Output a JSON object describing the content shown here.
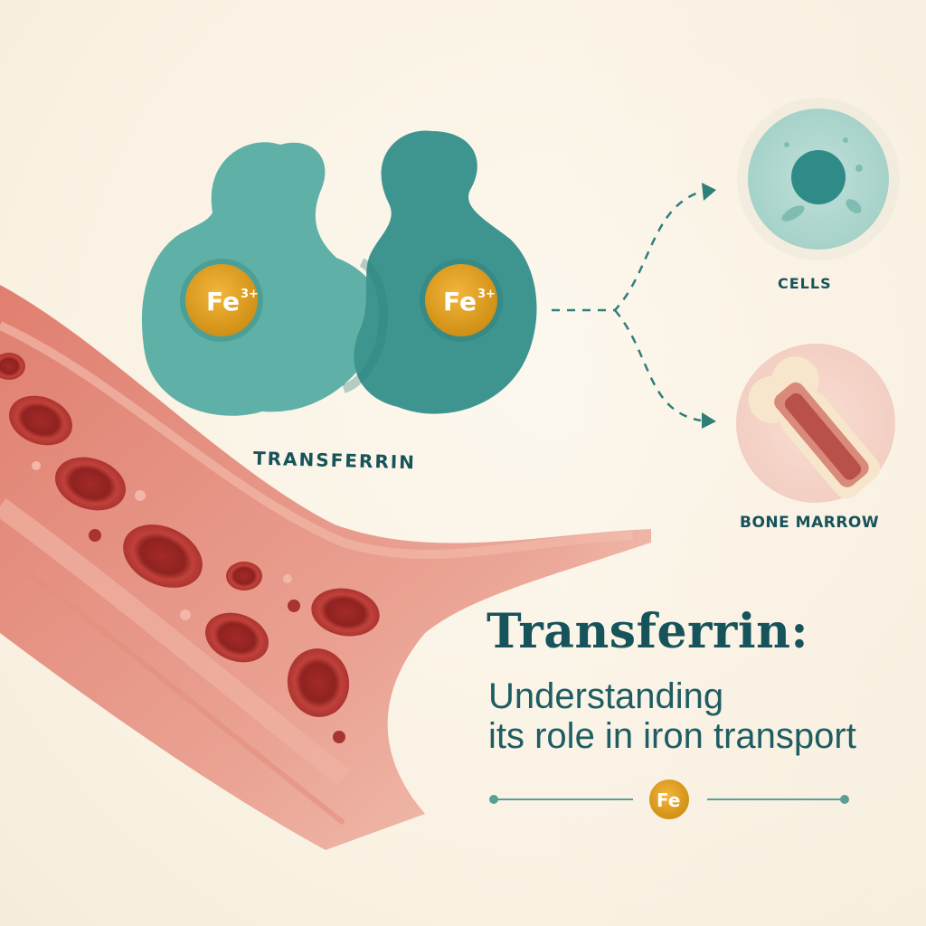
{
  "protein": {
    "label": "TRANSFERRIN",
    "iron_left": {
      "symbol": "Fe",
      "charge": "3+"
    },
    "iron_right": {
      "symbol": "Fe",
      "charge": "3+"
    }
  },
  "destinations": [
    {
      "label": "CELLS",
      "icon": "cell-icon"
    },
    {
      "label": "BONE MARROW",
      "icon": "bone-icon"
    }
  ],
  "heading": {
    "title": "Transferrin:",
    "subtitle_lines": [
      "Understanding",
      "its role in iron transport"
    ]
  },
  "divider": {
    "badge": "Fe"
  },
  "colors": {
    "protein_light": "#5fb1a7",
    "protein_dark": "#3e9590",
    "iron": "#e1a020",
    "vessel": "#e69584",
    "blood_cell": "#b4322f",
    "text": "#17535a"
  }
}
